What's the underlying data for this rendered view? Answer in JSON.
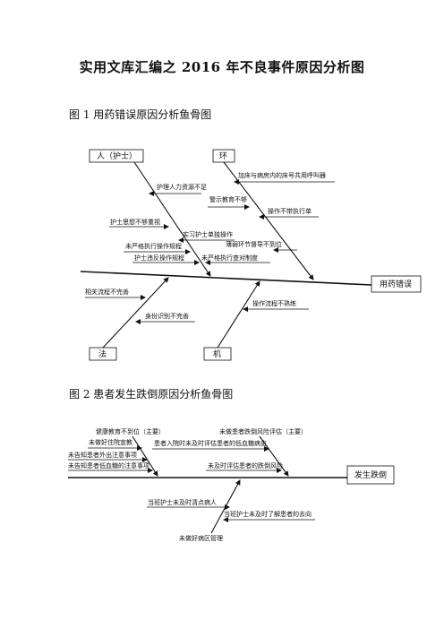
{
  "document": {
    "title": "实用文库汇编之 2016 年不良事件原因分析图"
  },
  "figure1": {
    "caption": "图 1 用药错误原因分析鱼骨图",
    "effect": "用药错误",
    "categories": {
      "person": "人（护士）",
      "environment": "环",
      "method": "法",
      "machine": "机"
    },
    "causes": {
      "c1": "护理人力资源不足",
      "c2": "加床与病房内的床号共用呼叫器",
      "c3": "警示教育不够",
      "c4": "操作不带执行单",
      "c5": "护士思想不够重视",
      "c6": "实习护士单独操作",
      "c7": "未严格执行操作规程",
      "c8": "薄弱环节督导不到位",
      "c9": "护士违反操作规程",
      "c10": "未严格执行查对制度",
      "c11": "相关流程不完善",
      "c12": "身份识别不完善",
      "c13": "操作流程不熟练"
    }
  },
  "figure2": {
    "caption": "图 2 患者发生跌倒原因分析鱼骨图",
    "effect": "发生跌倒",
    "causes": {
      "d1": "健康教育不到位（主要）",
      "d2": "未做患者跌倒风险评估（主要）",
      "d3": "未做好住院宣教",
      "d4": "患者入院时未及时评估患者的低血糖病史",
      "d5": "未告知患者外出注意事项",
      "d6": "未告知患者低血糖的注意事项",
      "d7": "未及时评估患者的跌倒风险",
      "d8": "当班护士未及时清点病人",
      "d9": "当班护士未及时了解患者的去向",
      "d10": "未做好病区管理"
    }
  }
}
